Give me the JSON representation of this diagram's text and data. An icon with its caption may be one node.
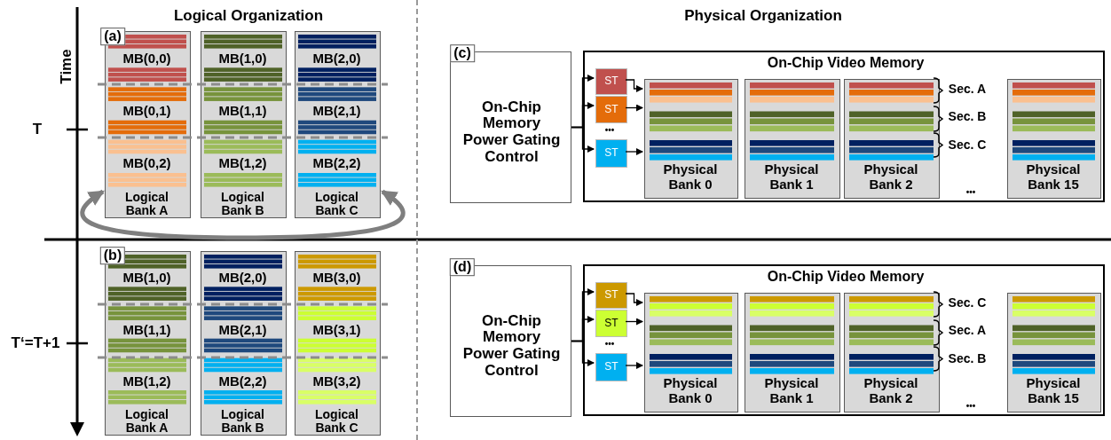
{
  "diagram": {
    "nodes": [
      {
        "text": [
          "MB(0,0)",
          "MB(0,1)",
          "MB(0,2)",
          "Logical Bank A"
        ]
      },
      {
        "text": [
          "MB(1,0)",
          "MB(1,1)",
          "MB(1,2)",
          "Logical Bank B"
        ]
      },
      {
        "text": [
          "MB(2,0)",
          "MB(2,1)",
          "MB(2,2)",
          "Logical Bank C"
        ]
      },
      {
        "text": [
          "On-Chip Memory Power Gating Control"
        ]
      },
      {
        "text": [
          "On-Chip Video Memory"
        ]
      },
      {
        "text": [
          "ST"
        ],
        "in": 4
      },
      {
        "text": [
          "ST"
        ],
        "in": 4
      },
      {
        "text": [
          "ST"
        ],
        "in": 4
      },
      {
        "text": [
          "Physical Bank 0"
        ],
        "in": 4
      },
      {
        "text": [
          "Physical Bank 1"
        ],
        "in": 4
      },
      {
        "text": [
          "Physical Bank 2"
        ],
        "in": 4
      },
      {
        "text": [
          "Physical Bank 15"
        ],
        "in": 4
      },
      {
        "text": [
          "MB(1,0)",
          "MB(1,1)",
          "MB(1,2)",
          "Logical Bank A"
        ]
      },
      {
        "text": [
          "MB(2,0)",
          "MB(2,1)",
          "MB(2,2)",
          "Logical Bank B"
        ]
      },
      {
        "text": [
          "MB(3,0)",
          "MB(3,1)",
          "MB(3,2)",
          "Logical Bank C"
        ]
      },
      {
        "text": [
          "On-Chip Memory Power Gating Control"
        ]
      },
      {
        "text": [
          "On-Chip Video Memory"
        ]
      },
      {
        "text": [
          "ST"
        ],
        "in": 16
      },
      {
        "text": [
          "ST"
        ],
        "in": 16
      },
      {
        "text": [
          "ST"
        ],
        "in": 16
      },
      {
        "text": [
          "Physical Bank 0"
        ],
        "in": 16
      },
      {
        "text": [
          "Physical Bank 1"
        ],
        "in": 16
      },
      {
        "text": [
          "Physical Bank 2"
        ],
        "in": 16
      },
      {
        "text": [
          "Physical Bank 15"
        ],
        "in": 16
      }
    ],
    "edges": [
      {
        "from": 0,
        "to": 2,
        "arrow": "both",
        "style": "thick",
        "color": "#7f7f7f"
      },
      {
        "from": 3,
        "to": 5,
        "arrow": "to"
      },
      {
        "from": 3,
        "to": 6,
        "arrow": "to"
      },
      {
        "from": 3,
        "to": 7,
        "arrow": "to"
      },
      {
        "from": 5,
        "to": 8,
        "arrow": "to"
      },
      {
        "from": 6,
        "to": 8,
        "arrow": "to"
      },
      {
        "from": 7,
        "to": 8,
        "arrow": "to"
      },
      {
        "from": 15,
        "to": 17,
        "arrow": "to"
      },
      {
        "from": 15,
        "to": 18,
        "arrow": "to"
      },
      {
        "from": 15,
        "to": 19,
        "arrow": "to"
      },
      {
        "from": 17,
        "to": 20,
        "arrow": "to"
      },
      {
        "from": 18,
        "to": 20,
        "arrow": "to"
      },
      {
        "from": 19,
        "to": 20,
        "arrow": "to"
      }
    ],
    "labels": [
      "Logical Organization",
      "Physical Organization",
      "(a)",
      "Time",
      "(c)",
      "T",
      "•••",
      "Sec. A",
      "Sec. B",
      "Sec. C",
      "•••",
      "(b)",
      "(d)",
      "T‘=T+1",
      "•••",
      "Sec. C",
      "Sec. A",
      "Sec. B",
      "•••"
    ]
  }
}
